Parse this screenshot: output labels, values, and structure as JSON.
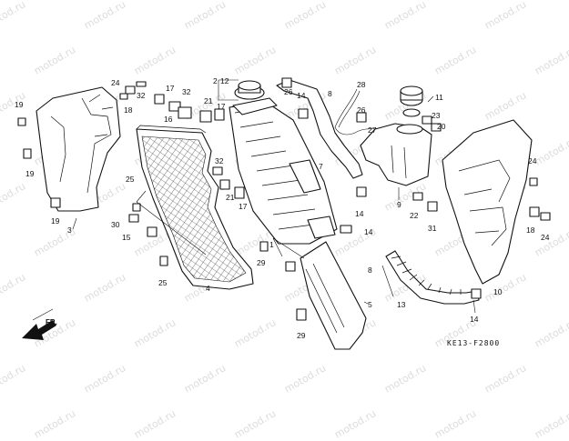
{
  "watermark": "motod.ru",
  "diagram_code": "KE13-F2800",
  "direction_label": "FR.",
  "callouts": [
    {
      "id": "c1",
      "label": "1"
    },
    {
      "id": "c2",
      "label": "2"
    },
    {
      "id": "c3",
      "label": "3"
    },
    {
      "id": "c4",
      "label": "4"
    },
    {
      "id": "c5",
      "label": "5"
    },
    {
      "id": "c7",
      "label": "7"
    },
    {
      "id": "c8a",
      "label": "8"
    },
    {
      "id": "c8b",
      "label": "8"
    },
    {
      "id": "c9",
      "label": "9"
    },
    {
      "id": "c10",
      "label": "10"
    },
    {
      "id": "c11",
      "label": "11"
    },
    {
      "id": "c12",
      "label": "12"
    },
    {
      "id": "c13",
      "label": "13"
    },
    {
      "id": "c14a",
      "label": "14"
    },
    {
      "id": "c14b",
      "label": "14"
    },
    {
      "id": "c14c",
      "label": "14"
    },
    {
      "id": "c14d",
      "label": "14"
    },
    {
      "id": "c15",
      "label": "15"
    },
    {
      "id": "c16",
      "label": "16"
    },
    {
      "id": "c17a",
      "label": "17"
    },
    {
      "id": "c17b",
      "label": "17"
    },
    {
      "id": "c17c",
      "label": "17"
    },
    {
      "id": "c18a",
      "label": "18"
    },
    {
      "id": "c18b",
      "label": "18"
    },
    {
      "id": "c19a",
      "label": "19"
    },
    {
      "id": "c19b",
      "label": "19"
    },
    {
      "id": "c19c",
      "label": "19"
    },
    {
      "id": "c20",
      "label": "20"
    },
    {
      "id": "c21a",
      "label": "21"
    },
    {
      "id": "c21b",
      "label": "21"
    },
    {
      "id": "c22",
      "label": "22"
    },
    {
      "id": "c23",
      "label": "23"
    },
    {
      "id": "c24a",
      "label": "24"
    },
    {
      "id": "c24b",
      "label": "24"
    },
    {
      "id": "c24c",
      "label": "24"
    },
    {
      "id": "c25a",
      "label": "25"
    },
    {
      "id": "c25b",
      "label": "25"
    },
    {
      "id": "c26a",
      "label": "26"
    },
    {
      "id": "c26b",
      "label": "26"
    },
    {
      "id": "c27",
      "label": "27"
    },
    {
      "id": "c28",
      "label": "28"
    },
    {
      "id": "c29a",
      "label": "29"
    },
    {
      "id": "c29b",
      "label": "29"
    },
    {
      "id": "c30",
      "label": "30"
    },
    {
      "id": "c31",
      "label": "31"
    },
    {
      "id": "c32a",
      "label": "32"
    },
    {
      "id": "c32b",
      "label": "32"
    },
    {
      "id": "c32c",
      "label": "32"
    }
  ]
}
